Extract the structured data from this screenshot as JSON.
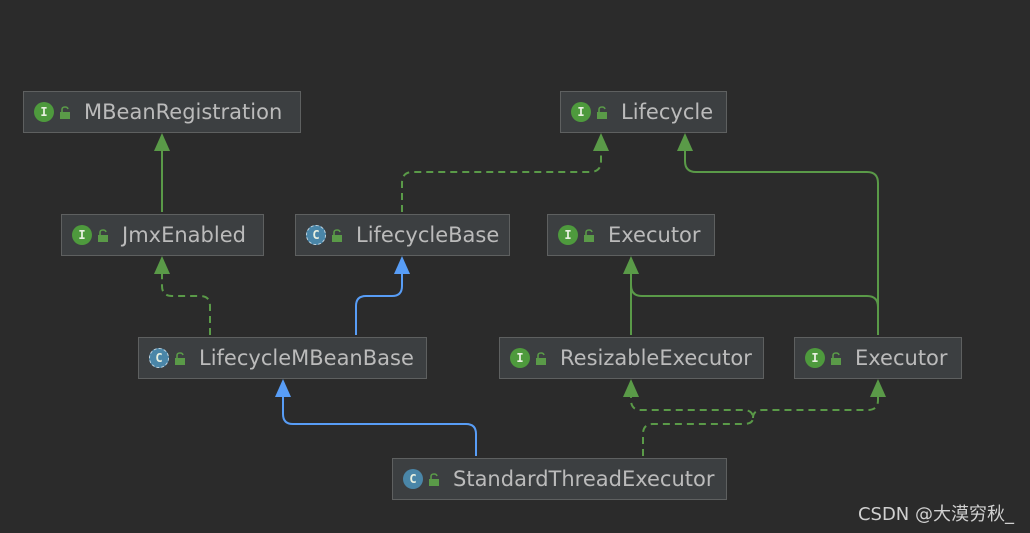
{
  "nodes": [
    {
      "id": "mbeanregistration",
      "label": "MBeanRegistration",
      "kind": "interface",
      "icon_letter": "I"
    },
    {
      "id": "lifecycle",
      "label": "Lifecycle",
      "kind": "interface",
      "icon_letter": "I"
    },
    {
      "id": "jmxenabled",
      "label": "JmxEnabled",
      "kind": "interface",
      "icon_letter": "I"
    },
    {
      "id": "lifecyclebase",
      "label": "LifecycleBase",
      "kind": "abstract-class",
      "icon_letter": "C"
    },
    {
      "id": "executor-top",
      "label": "Executor",
      "kind": "interface",
      "icon_letter": "I"
    },
    {
      "id": "lifecyclembeanbase",
      "label": "LifecycleMBeanBase",
      "kind": "abstract-class",
      "icon_letter": "C"
    },
    {
      "id": "resizableexecutor",
      "label": "ResizableExecutor",
      "kind": "interface",
      "icon_letter": "I"
    },
    {
      "id": "executor-right",
      "label": "Executor",
      "kind": "interface",
      "icon_letter": "I"
    },
    {
      "id": "standardthreadexecutor",
      "label": "StandardThreadExecutor",
      "kind": "class",
      "icon_letter": "C"
    }
  ],
  "edges": [
    {
      "from": "jmxenabled",
      "to": "mbeanregistration",
      "type": "extends"
    },
    {
      "from": "lifecyclebase",
      "to": "lifecycle",
      "type": "implements"
    },
    {
      "from": "lifecyclembeanbase",
      "to": "jmxenabled",
      "type": "implements"
    },
    {
      "from": "lifecyclembeanbase",
      "to": "lifecyclebase",
      "type": "extends-class"
    },
    {
      "from": "resizableexecutor",
      "to": "executor-top",
      "type": "extends"
    },
    {
      "from": "executor-right",
      "to": "executor-top",
      "type": "extends"
    },
    {
      "from": "executor-right",
      "to": "lifecycle",
      "type": "extends"
    },
    {
      "from": "standardthreadexecutor",
      "to": "lifecyclembeanbase",
      "type": "extends-class"
    },
    {
      "from": "standardthreadexecutor",
      "to": "resizableexecutor",
      "type": "implements"
    },
    {
      "from": "standardthreadexecutor",
      "to": "executor-right",
      "type": "implements"
    }
  ],
  "colors": {
    "background": "#2b2b2b",
    "node_fill": "#3c3f41",
    "node_border": "#5e6060",
    "text": "#bbbbbb",
    "interface_icon": "#4e9a3d",
    "class_icon": "#4a86a8",
    "edge_interface": "#5a9a48",
    "edge_class": "#589df6"
  },
  "icons": {
    "visibility": "open-lock-icon"
  },
  "watermark": "CSDN @大漠穷秋_"
}
